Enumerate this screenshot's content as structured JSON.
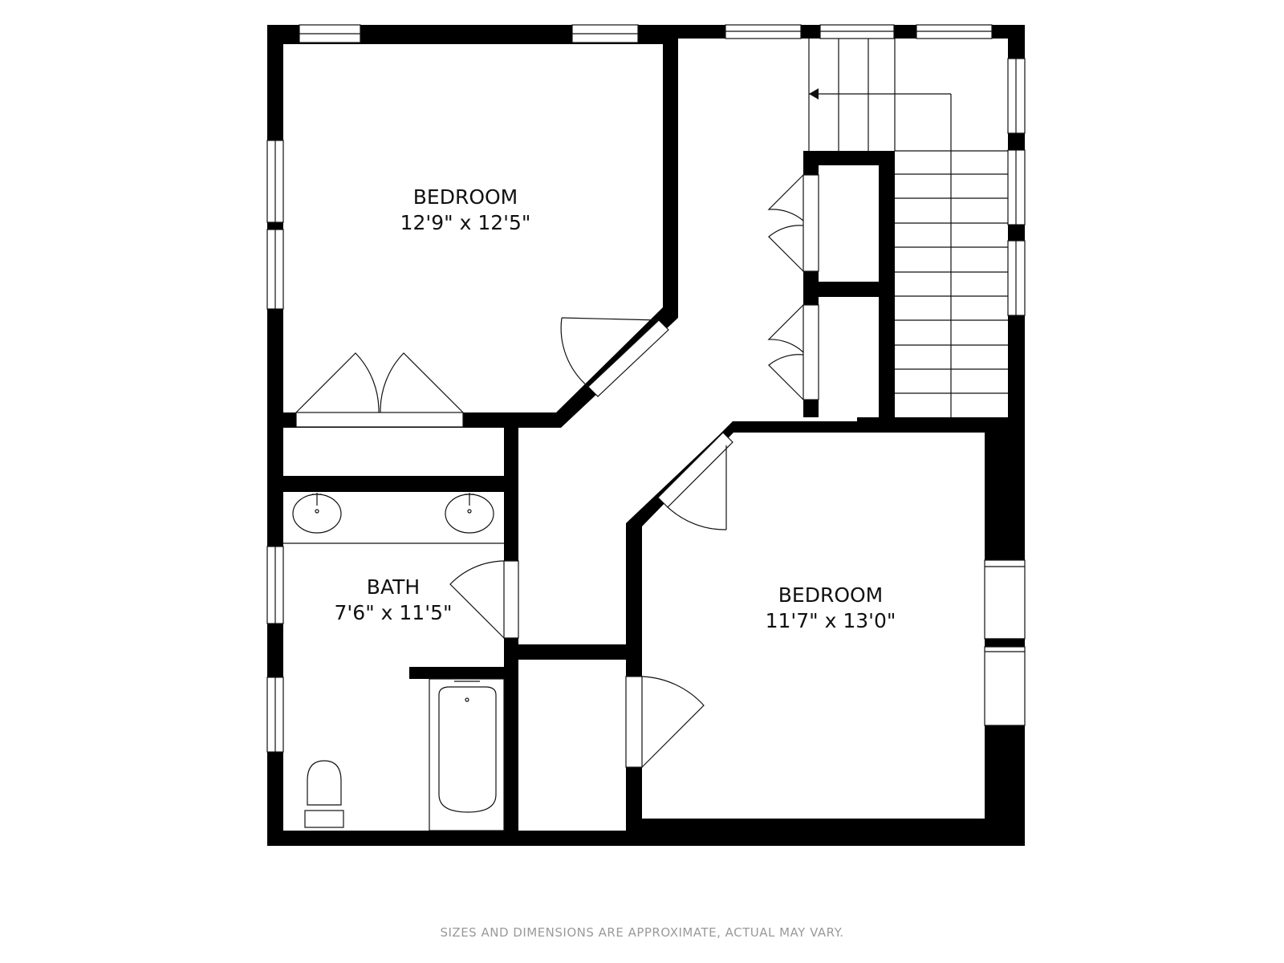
{
  "rooms": [
    {
      "name": "BEDROOM",
      "size": "12'9\" x 12'5\""
    },
    {
      "name": "BATH",
      "size": "7'6\" x 11'5\""
    },
    {
      "name": "BEDROOM",
      "size": "11'7\" x 13'0\""
    }
  ],
  "disclaimer": "SIZES AND DIMENSIONS ARE APPROXIMATE, ACTUAL MAY VARY.",
  "colors": {
    "wall": "#000000",
    "line": "#111111",
    "note": "#9a9a9a"
  }
}
